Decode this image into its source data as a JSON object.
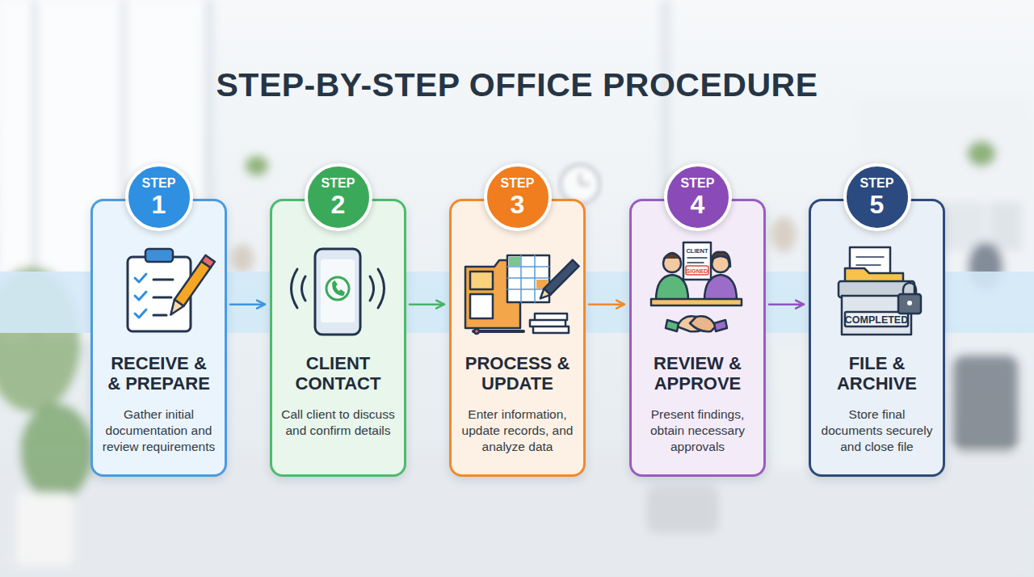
{
  "diagram": {
    "title": "STEP-BY-STEP OFFICE PROCEDURE",
    "nodes": [
      {
        "text": [
          "RECEIVE & & PREPARE",
          "Gather initial documentation and review requirements"
        ]
      },
      {
        "text": [
          "STEP",
          "1"
        ],
        "in": 0
      },
      {
        "text": [
          "CLIENT CONTACT",
          "Call client to discuss and confirm details"
        ]
      },
      {
        "text": [
          "STEP",
          "2"
        ],
        "in": 2
      },
      {
        "text": [
          "PROCESS & UPDATE",
          "Enter information, update records, and analyze data"
        ]
      },
      {
        "text": [
          "STEP",
          "3"
        ],
        "in": 4
      },
      {
        "text": [
          "REVIEW & APPROVE",
          "Present findings, obtain necessary approvals"
        ]
      },
      {
        "text": [
          "STEP",
          "4"
        ],
        "in": 6
      },
      {
        "text": [
          "FILE & ARCHIVE",
          "Store final documents securely and close file"
        ]
      },
      {
        "text": [
          "STEP",
          "5"
        ],
        "in": 8
      }
    ],
    "edges": [
      {
        "from": 0,
        "to": 2,
        "arrow": "to"
      },
      {
        "from": 2,
        "to": 4,
        "arrow": "to"
      },
      {
        "from": 4,
        "to": 6,
        "arrow": "to"
      },
      {
        "from": 6,
        "to": 8,
        "arrow": "to"
      }
    ],
    "labels": [
      "CLIENT",
      "SIGNED",
      "COMPLETED"
    ]
  }
}
